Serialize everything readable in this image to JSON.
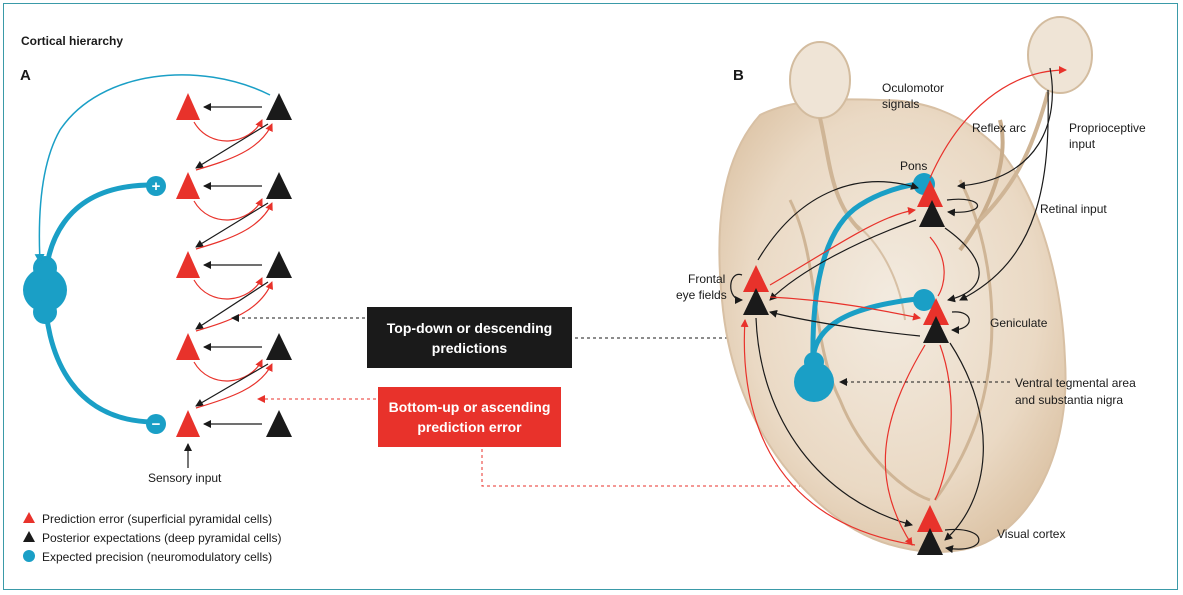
{
  "title": "Cortical hierarchy",
  "panel_a_label": "A",
  "panel_b_label": "B",
  "boxes": {
    "top_down_line1": "Top-down or descending",
    "top_down_line2": "predictions",
    "bottom_up_line1": "Bottom-up or ascending",
    "bottom_up_line2": "prediction error"
  },
  "panel_a": {
    "plus": "+",
    "minus": "−",
    "sensory_input": "Sensory input"
  },
  "panel_b_labels": {
    "oculomotor_1": "Oculomotor",
    "oculomotor_2": "signals",
    "reflex_arc": "Reflex arc",
    "proprioceptive_1": "Proprioceptive",
    "proprioceptive_2": "input",
    "pons": "Pons",
    "retinal_input": "Retinal input",
    "frontal_1": "Frontal",
    "frontal_2": "eye fields",
    "geniculate": "Geniculate",
    "vta_1": "Ventral tegmental area",
    "vta_2": "and substantia nigra",
    "visual_cortex": "Visual cortex"
  },
  "legend": [
    {
      "label": "Prediction error (superficial pyramidal cells)",
      "icon": "red-triangle-icon",
      "color": "#e8322b"
    },
    {
      "label": "Posterior expectations (deep pyramidal cells)",
      "icon": "black-triangle-icon",
      "color": "#1a1a1a"
    },
    {
      "label": "Expected precision (neuromodulatory cells)",
      "icon": "blue-circle-icon",
      "color": "#1a9fc6"
    }
  ],
  "colors": {
    "red": "#e8322b",
    "black": "#1a1a1a",
    "blue": "#1a9fc6",
    "frame": "#3a9aa8"
  }
}
